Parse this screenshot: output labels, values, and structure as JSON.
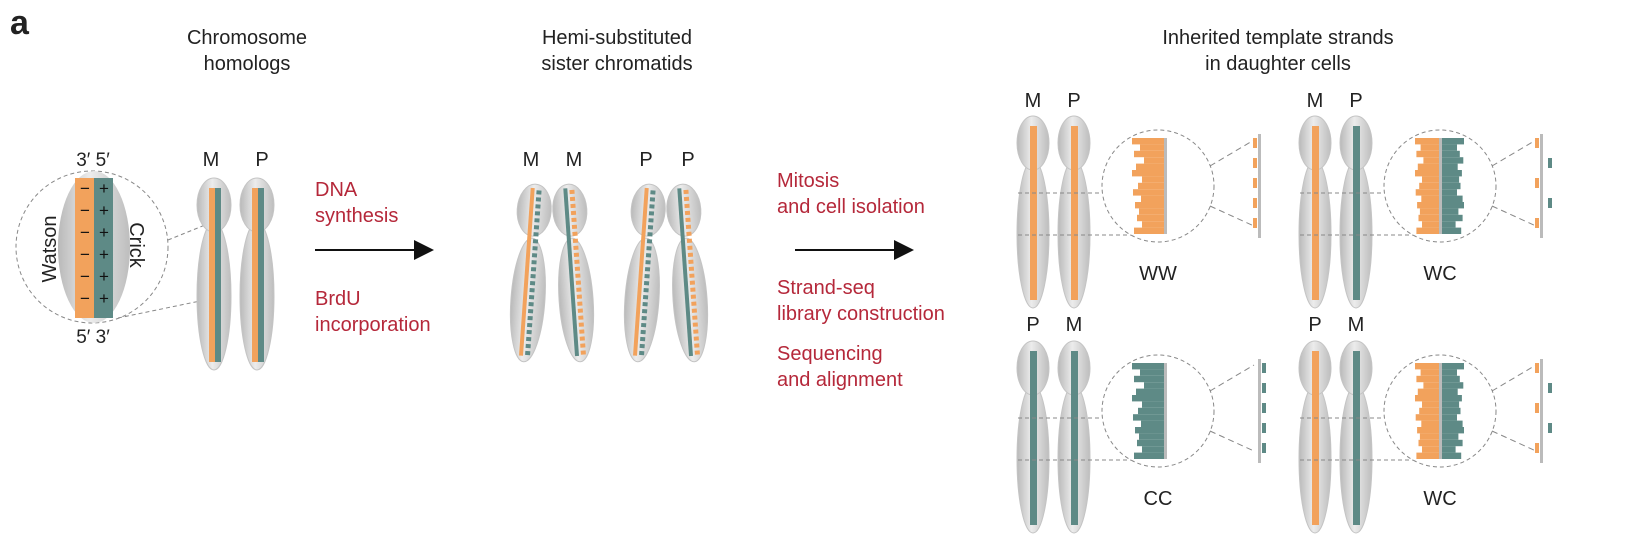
{
  "panel_label": "a",
  "colors": {
    "maternal_strand": "#F2A25C",
    "paternal_strand": "#5E8A86",
    "chromosome_body": "#D2D2D2",
    "step_text": "#B5283A",
    "arrow": "#111111"
  },
  "icons": [
    "chromosome-icon",
    "magnifier-circle-icon",
    "arrow-right-icon"
  ],
  "titles": {
    "homologs": [
      "Chromosome",
      "homologs"
    ],
    "hemi": [
      "Hemi-substituted",
      "sister chromatids"
    ],
    "inherited": [
      "Inherited template strands",
      "in daughter cells"
    ]
  },
  "zoom": {
    "top_labels": "3′ 5′",
    "bottom_labels": "5′ 3′",
    "watson": "Watson",
    "crick": "Crick",
    "minus": "−",
    "plus": "+"
  },
  "homolog_labels": {
    "m": "M",
    "p": "P"
  },
  "hemi_labels": [
    "M",
    "M",
    "P",
    "P"
  ],
  "steps": {
    "dna_synthesis": [
      "DNA",
      "synthesis"
    ],
    "brdu": [
      "BrdU",
      "incorporation"
    ],
    "mitosis": [
      "Mitosis",
      "and cell isolation"
    ],
    "strandseq": [
      "Strand-seq",
      "library construction"
    ],
    "sequencing": [
      "Sequencing",
      "and alignment"
    ]
  },
  "cells": [
    {
      "labels": [
        "M",
        "P"
      ],
      "result": "WW"
    },
    {
      "labels": [
        "M",
        "P"
      ],
      "result": "WC"
    },
    {
      "labels": [
        "P",
        "M"
      ],
      "result": "CC"
    },
    {
      "labels": [
        "P",
        "M"
      ],
      "result": "WC"
    }
  ]
}
